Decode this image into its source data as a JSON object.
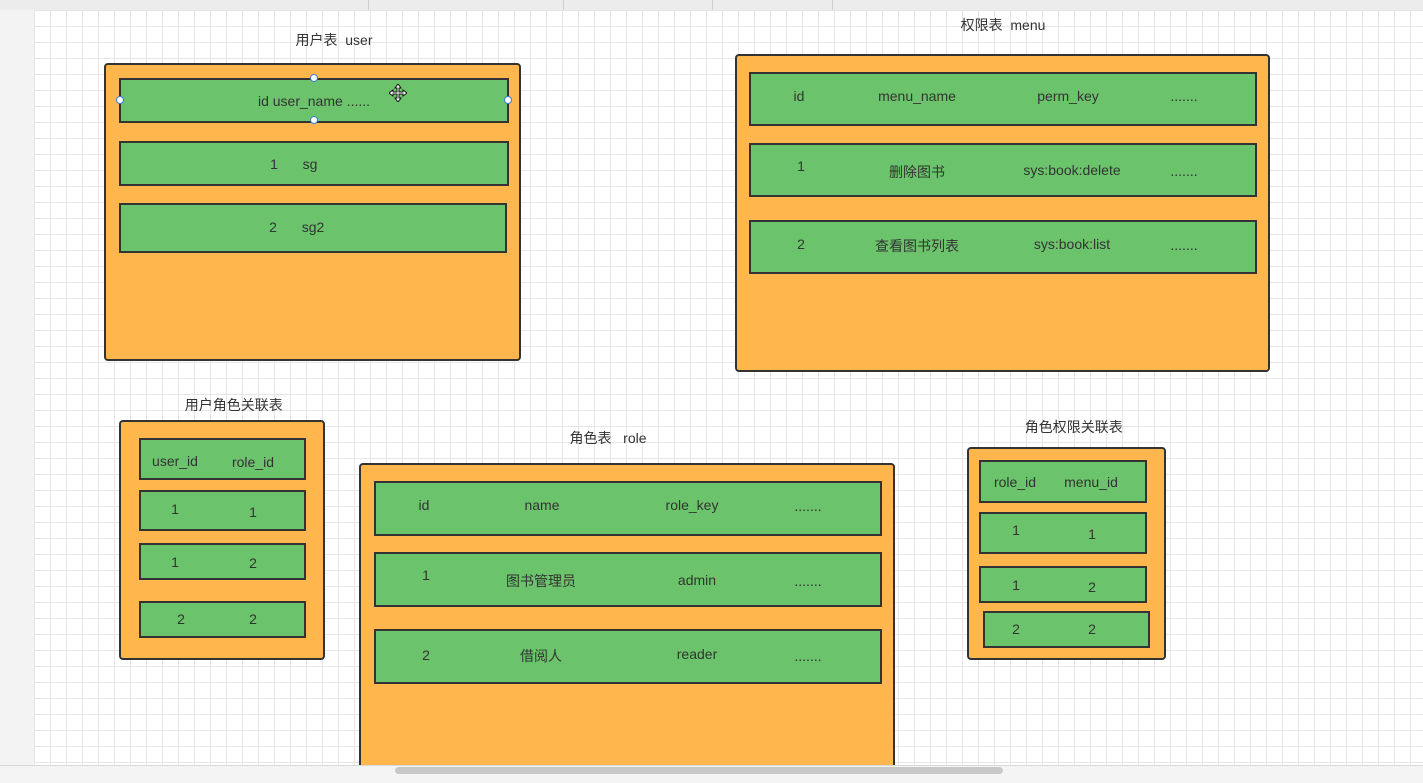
{
  "diagram": {
    "user": {
      "title": "用户表  user",
      "rows": [
        [
          "id user_name ......"
        ],
        [
          "1",
          "sg"
        ],
        [
          "2",
          "sg2"
        ]
      ]
    },
    "menu": {
      "title": "权限表  menu",
      "rows": [
        [
          "id",
          "menu_name",
          "perm_key",
          "......."
        ],
        [
          "1",
          "删除图书",
          "sys:book:delete",
          "......."
        ],
        [
          "2",
          "查看图书列表",
          "sys:book:list",
          "......."
        ]
      ]
    },
    "user_role": {
      "title_line1": "用户角色关联表",
      "title_line2": "user_role",
      "rows": [
        [
          "user_id",
          "role_id"
        ],
        [
          "1",
          "1"
        ],
        [
          "1",
          "2"
        ],
        [
          "2",
          "2"
        ]
      ]
    },
    "role": {
      "title": "角色表   role",
      "rows": [
        [
          "id",
          "name",
          "role_key",
          "......."
        ],
        [
          "1",
          "图书管理员",
          "admin",
          "......."
        ],
        [
          "2",
          "借阅人",
          "reader",
          "......."
        ]
      ]
    },
    "role_menu": {
      "title_line1": "角色权限关联表",
      "title_line2": "role_menu",
      "rows": [
        [
          "role_id",
          "menu_id"
        ],
        [
          "1",
          "1"
        ],
        [
          "1",
          "2"
        ],
        [
          "2",
          "2"
        ]
      ]
    }
  },
  "colors": {
    "table_fill": "#ffb74d",
    "row_fill": "#6bc46b",
    "border": "#333333"
  },
  "icons": {
    "move_cursor": "move-cursor-icon",
    "selection_handle": "selection-handle-icon"
  }
}
